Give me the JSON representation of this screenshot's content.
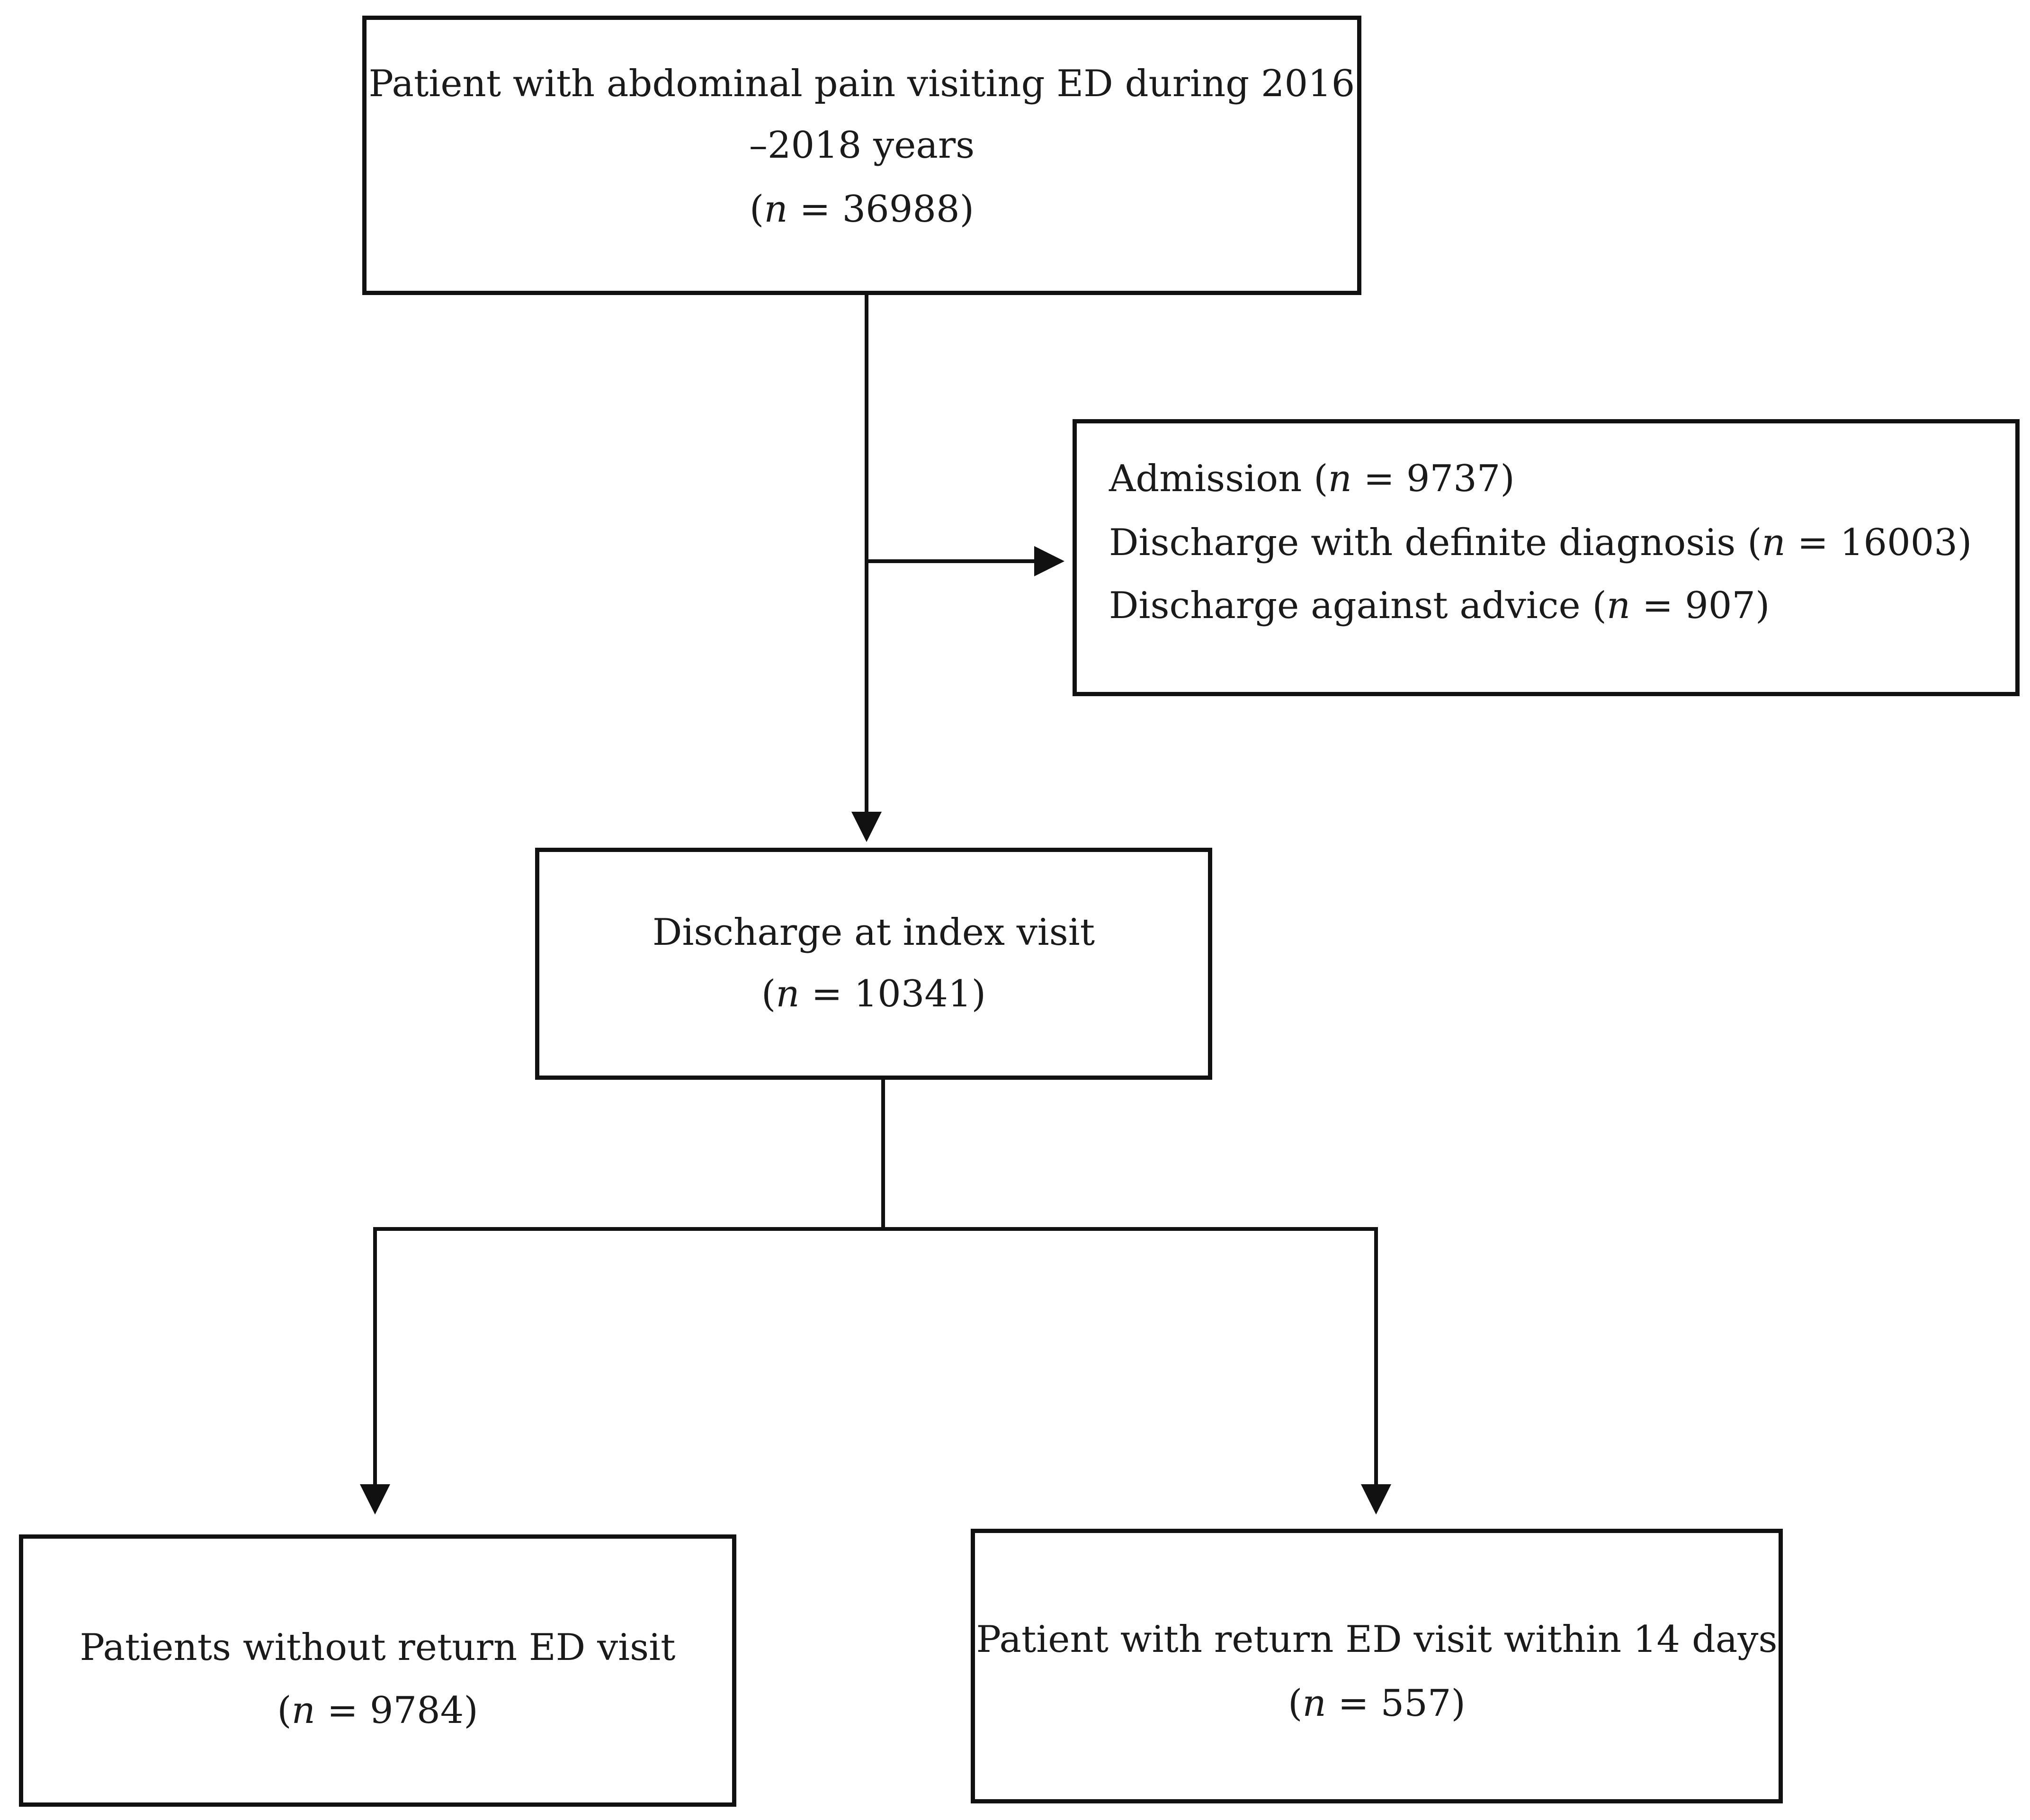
{
  "nodes": {
    "start": {
      "line1": "Patient with abdominal pain visiting ED during 2016",
      "line2": "–2018 years",
      "n_var": "n",
      "n_value": "36988"
    },
    "excluded": {
      "items": [
        {
          "label": "Admission",
          "n_var": "n",
          "n_value": "9737"
        },
        {
          "label": "Discharge with definite diagnosis",
          "n_var": "n",
          "n_value": "16003"
        },
        {
          "label": "Discharge against advice",
          "n_var": "n",
          "n_value": "907"
        }
      ]
    },
    "index": {
      "line1": "Discharge at index visit",
      "n_var": "n",
      "n_value": "10341"
    },
    "no_return": {
      "line1": "Patients without return ED visit",
      "n_var": "n",
      "n_value": "9784"
    },
    "return": {
      "line1": "Patient with return ED visit within 14 days",
      "n_var": "n",
      "n_value": "557"
    }
  },
  "colors": {
    "line": "#111111",
    "text": "#1a1a1a"
  }
}
